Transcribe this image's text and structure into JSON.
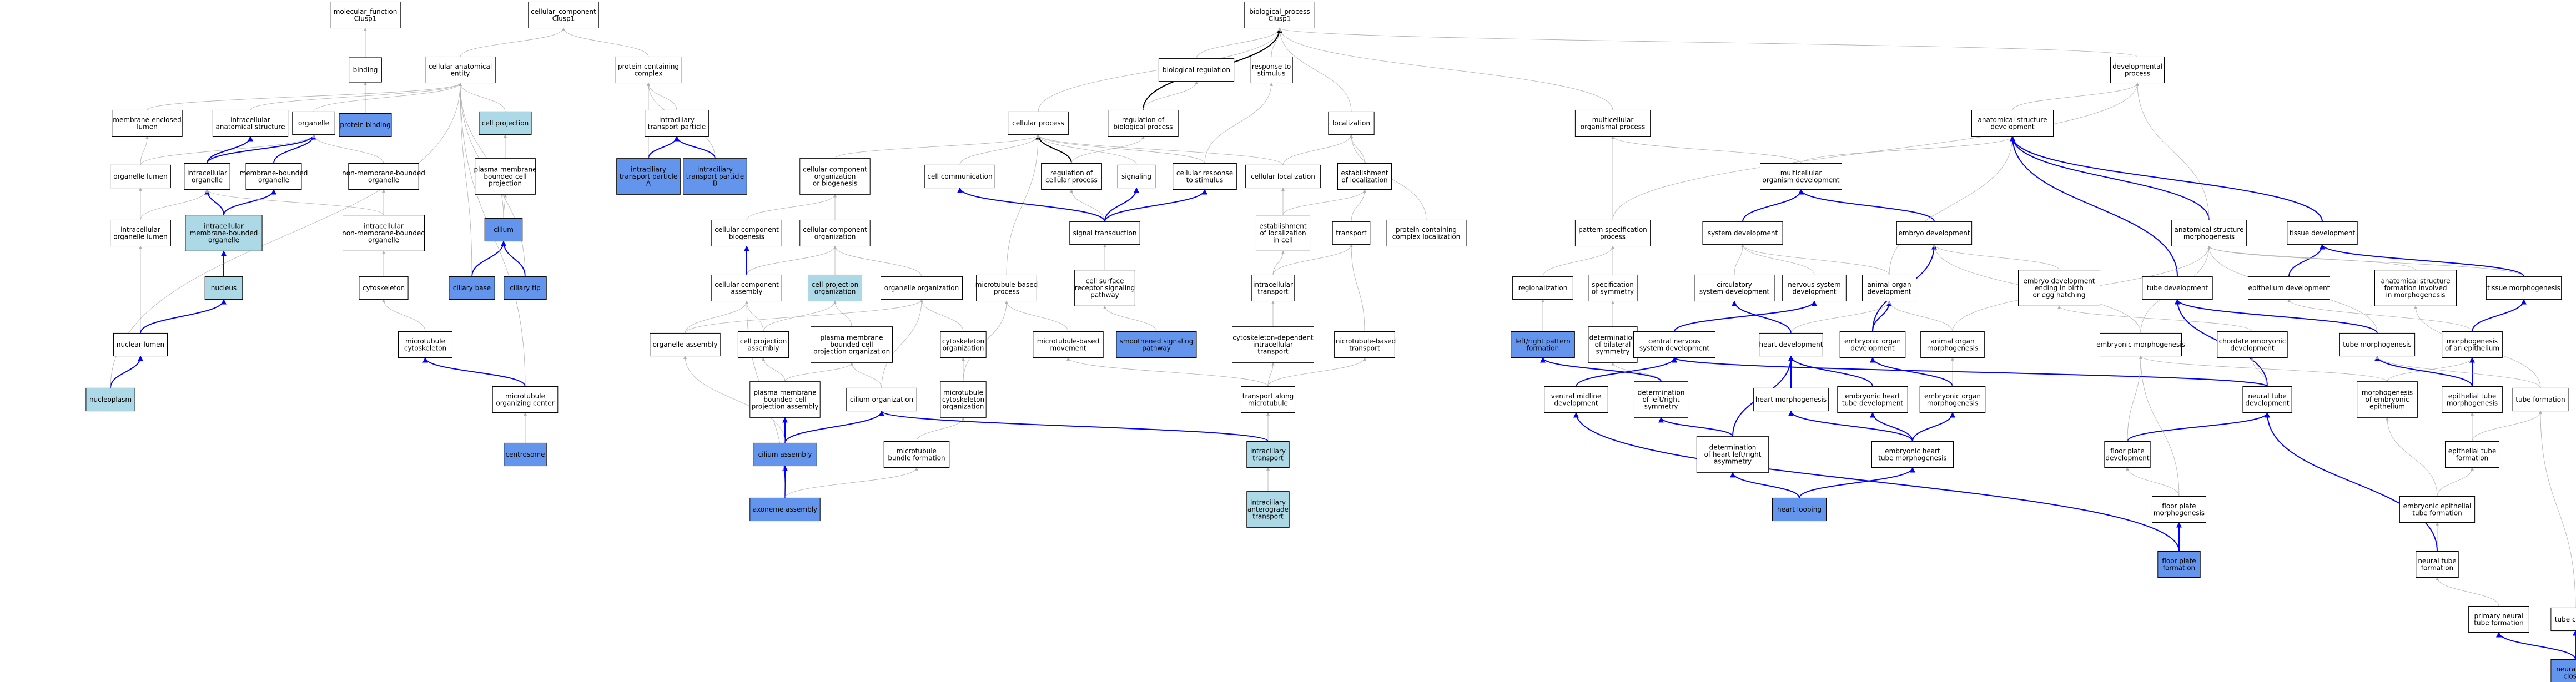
{
  "colors": {
    "plain": "#ffffff",
    "light": "#add8e6",
    "dark": "#6495ed",
    "edge_gray": "#b0b0b0",
    "edge_blue": "#0000ff",
    "edge_black": "#000000"
  },
  "nodes": [
    {
      "id": "mf",
      "lines": [
        "molecular_function",
        "Clusp1"
      ],
      "style": "plain"
    },
    {
      "id": "binding",
      "lines": [
        "binding"
      ],
      "style": "plain"
    },
    {
      "id": "protein_binding",
      "lines": [
        "protein binding"
      ],
      "style": "dark"
    },
    {
      "id": "cc",
      "lines": [
        "cellular_component",
        "Clusp1"
      ],
      "style": "plain"
    },
    {
      "id": "cae",
      "lines": [
        "cellular anatomical",
        "entity"
      ],
      "style": "plain"
    },
    {
      "id": "pcc",
      "lines": [
        "protein-containing",
        "complex"
      ],
      "style": "plain"
    },
    {
      "id": "membrane_lumen",
      "lines": [
        "membrane-enclosed",
        "lumen"
      ],
      "style": "plain"
    },
    {
      "id": "ias",
      "lines": [
        "intracellular",
        "anatomical structure"
      ],
      "style": "plain"
    },
    {
      "id": "organelle",
      "lines": [
        "organelle"
      ],
      "style": "plain"
    },
    {
      "id": "cell_projection",
      "lines": [
        "cell projection"
      ],
      "style": "light"
    },
    {
      "id": "itp",
      "lines": [
        "intraciliary",
        "transport particle"
      ],
      "style": "plain"
    },
    {
      "id": "organelle_lumen",
      "lines": [
        "organelle lumen"
      ],
      "style": "plain"
    },
    {
      "id": "intracellular_organelle",
      "lines": [
        "intracellular",
        "organelle"
      ],
      "style": "plain"
    },
    {
      "id": "mbo",
      "lines": [
        "membrane-bounded",
        "organelle"
      ],
      "style": "plain"
    },
    {
      "id": "nmbo",
      "lines": [
        "non-membrane-bounded",
        "organelle"
      ],
      "style": "plain"
    },
    {
      "id": "pmbcp",
      "lines": [
        "plasma membrane",
        "bounded cell",
        "projection"
      ],
      "style": "plain"
    },
    {
      "id": "itp_a",
      "lines": [
        "intraciliary",
        "transport particle",
        "A"
      ],
      "style": "dark"
    },
    {
      "id": "itp_b",
      "lines": [
        "intraciliary",
        "transport particle",
        "B"
      ],
      "style": "dark"
    },
    {
      "id": "iol",
      "lines": [
        "intracellular",
        "organelle lumen"
      ],
      "style": "plain"
    },
    {
      "id": "imbo",
      "lines": [
        "intracellular",
        "membrane-bounded",
        "organelle"
      ],
      "style": "light"
    },
    {
      "id": "inmbo",
      "lines": [
        "intracellular",
        "non-membrane-bounded",
        "organelle"
      ],
      "style": "plain"
    },
    {
      "id": "cilium",
      "lines": [
        "cilium"
      ],
      "style": "dark"
    },
    {
      "id": "nucleus",
      "lines": [
        "nucleus"
      ],
      "style": "light"
    },
    {
      "id": "cytoskeleton",
      "lines": [
        "cytoskeleton"
      ],
      "style": "plain"
    },
    {
      "id": "ciliary_base",
      "lines": [
        "ciliary base"
      ],
      "style": "dark"
    },
    {
      "id": "ciliary_tip",
      "lines": [
        "ciliary tip"
      ],
      "style": "dark"
    },
    {
      "id": "nuclear_lumen",
      "lines": [
        "nuclear lumen"
      ],
      "style": "plain"
    },
    {
      "id": "mt_cytoskeleton",
      "lines": [
        "microtubule",
        "cytoskeleton"
      ],
      "style": "plain"
    },
    {
      "id": "mtoc",
      "lines": [
        "microtubule",
        "organizing center"
      ],
      "style": "plain"
    },
    {
      "id": "nucleoplasm",
      "lines": [
        "nucleoplasm"
      ],
      "style": "light"
    },
    {
      "id": "centrosome",
      "lines": [
        "centrosome"
      ],
      "style": "dark"
    },
    {
      "id": "bp",
      "lines": [
        "biological_process",
        "Clusp1"
      ],
      "style": "plain"
    },
    {
      "id": "bio_reg",
      "lines": [
        "biological regulation"
      ],
      "style": "plain"
    },
    {
      "id": "resp_stim",
      "lines": [
        "response to",
        "stimulus"
      ],
      "style": "plain"
    },
    {
      "id": "cellular_process",
      "lines": [
        "cellular process"
      ],
      "style": "plain"
    },
    {
      "id": "reg_bp",
      "lines": [
        "regulation of",
        "biological process"
      ],
      "style": "plain"
    },
    {
      "id": "localization",
      "lines": [
        "localization"
      ],
      "style": "plain"
    },
    {
      "id": "ccob",
      "lines": [
        "cellular component",
        "organization",
        "or biogenesis"
      ],
      "style": "plain"
    },
    {
      "id": "cell_comm",
      "lines": [
        "cell communication"
      ],
      "style": "plain"
    },
    {
      "id": "reg_cp",
      "lines": [
        "regulation of",
        "cellular process"
      ],
      "style": "plain"
    },
    {
      "id": "signaling",
      "lines": [
        "signaling"
      ],
      "style": "plain"
    },
    {
      "id": "crs",
      "lines": [
        "cellular response",
        "to stimulus"
      ],
      "style": "plain"
    },
    {
      "id": "cell_loc",
      "lines": [
        "cellular localization"
      ],
      "style": "plain"
    },
    {
      "id": "est_loc",
      "lines": [
        "establishment",
        "of localization"
      ],
      "style": "plain"
    },
    {
      "id": "ccbiog",
      "lines": [
        "cellular component",
        "biogenesis"
      ],
      "style": "plain"
    },
    {
      "id": "cco",
      "lines": [
        "cellular component",
        "organization"
      ],
      "style": "plain"
    },
    {
      "id": "signal_trans",
      "lines": [
        "signal transduction"
      ],
      "style": "plain"
    },
    {
      "id": "eloc_cell",
      "lines": [
        "establishment",
        "of localization",
        "in cell"
      ],
      "style": "plain"
    },
    {
      "id": "transport",
      "lines": [
        "transport"
      ],
      "style": "plain"
    },
    {
      "id": "pccl",
      "lines": [
        "protein-containing",
        "complex localization"
      ],
      "style": "plain"
    },
    {
      "id": "cca",
      "lines": [
        "cellular component",
        "assembly"
      ],
      "style": "plain"
    },
    {
      "id": "cpo",
      "lines": [
        "cell projection",
        "organization"
      ],
      "style": "light"
    },
    {
      "id": "org_org",
      "lines": [
        "organelle organization"
      ],
      "style": "plain"
    },
    {
      "id": "mtbp",
      "lines": [
        "microtubule-based",
        "process"
      ],
      "style": "plain"
    },
    {
      "id": "csrsp",
      "lines": [
        "cell surface",
        "receptor signaling",
        "pathway"
      ],
      "style": "plain"
    },
    {
      "id": "intra_transport",
      "lines": [
        "intracellular",
        "transport"
      ],
      "style": "plain"
    },
    {
      "id": "org_assembly",
      "lines": [
        "organelle assembly"
      ],
      "style": "plain"
    },
    {
      "id": "cpa",
      "lines": [
        "cell projection",
        "assembly"
      ],
      "style": "plain"
    },
    {
      "id": "pmbcpo",
      "lines": [
        "plasma membrane",
        "bounded cell",
        "projection organization"
      ],
      "style": "plain"
    },
    {
      "id": "cyto_org",
      "lines": [
        "cytoskeleton",
        "organization"
      ],
      "style": "plain"
    },
    {
      "id": "mtbm",
      "lines": [
        "microtubule-based",
        "movement"
      ],
      "style": "plain"
    },
    {
      "id": "smooth_sp",
      "lines": [
        "smoothened signaling",
        "pathway"
      ],
      "style": "dark"
    },
    {
      "id": "cdit",
      "lines": [
        "cytoskeleton-dependent",
        "intracellular",
        "transport"
      ],
      "style": "plain"
    },
    {
      "id": "mtbt",
      "lines": [
        "microtubule-based",
        "transport"
      ],
      "style": "plain"
    },
    {
      "id": "pmbcpa",
      "lines": [
        "plasma membrane",
        "bounded cell",
        "projection assembly"
      ],
      "style": "plain"
    },
    {
      "id": "cilium_org",
      "lines": [
        "cilium organization"
      ],
      "style": "plain"
    },
    {
      "id": "mtco",
      "lines": [
        "microtubule",
        "cytoskeleton",
        "organization"
      ],
      "style": "plain"
    },
    {
      "id": "tam",
      "lines": [
        "transport along",
        "microtubule"
      ],
      "style": "plain"
    },
    {
      "id": "cilium_assembly",
      "lines": [
        "cilium assembly"
      ],
      "style": "dark"
    },
    {
      "id": "mtbf",
      "lines": [
        "microtubule",
        "bundle formation"
      ],
      "style": "plain"
    },
    {
      "id": "intraciliary_transport",
      "lines": [
        "intraciliary",
        "transport"
      ],
      "style": "light"
    },
    {
      "id": "axoneme",
      "lines": [
        "axoneme assembly"
      ],
      "style": "dark"
    },
    {
      "id": "iat",
      "lines": [
        "intraciliary",
        "anterograde",
        "transport"
      ],
      "style": "light"
    },
    {
      "id": "dev_proc",
      "lines": [
        "developmental",
        "process"
      ],
      "style": "plain"
    },
    {
      "id": "mop",
      "lines": [
        "multicellular",
        "organismal process"
      ],
      "style": "plain"
    },
    {
      "id": "asd",
      "lines": [
        "anatomical structure",
        "development"
      ],
      "style": "plain"
    },
    {
      "id": "mod",
      "lines": [
        "multicellular",
        "organism development"
      ],
      "style": "plain"
    },
    {
      "id": "psp",
      "lines": [
        "pattern specification",
        "process"
      ],
      "style": "plain"
    },
    {
      "id": "sys_dev",
      "lines": [
        "system development"
      ],
      "style": "plain"
    },
    {
      "id": "embryo_dev",
      "lines": [
        "embryo development"
      ],
      "style": "plain"
    },
    {
      "id": "asm",
      "lines": [
        "anatomical structure",
        "morphogenesis"
      ],
      "style": "plain"
    },
    {
      "id": "tissue_dev",
      "lines": [
        "tissue development"
      ],
      "style": "plain"
    },
    {
      "id": "regionalization",
      "lines": [
        "regionalization"
      ],
      "style": "plain"
    },
    {
      "id": "spec_sym",
      "lines": [
        "specification",
        "of symmetry"
      ],
      "style": "plain"
    },
    {
      "id": "circ_sys",
      "lines": [
        "circulatory",
        "system development"
      ],
      "style": "plain"
    },
    {
      "id": "nsd",
      "lines": [
        "nervous system",
        "development"
      ],
      "style": "plain"
    },
    {
      "id": "animal_organ_dev",
      "lines": [
        "animal organ",
        "development"
      ],
      "style": "plain"
    },
    {
      "id": "edbeh",
      "lines": [
        "embryo development",
        "ending in birth",
        "or egg hatching"
      ],
      "style": "plain"
    },
    {
      "id": "tube_dev",
      "lines": [
        "tube development"
      ],
      "style": "plain"
    },
    {
      "id": "epi_dev",
      "lines": [
        "epithelium development"
      ],
      "style": "plain"
    },
    {
      "id": "asfm",
      "lines": [
        "anatomical structure",
        "formation involved",
        "in morphogenesis"
      ],
      "style": "plain"
    },
    {
      "id": "tissue_morph",
      "lines": [
        "tissue morphogenesis"
      ],
      "style": "plain"
    },
    {
      "id": "lr_pattern",
      "lines": [
        "left/right pattern",
        "formation"
      ],
      "style": "dark"
    },
    {
      "id": "det_bilat",
      "lines": [
        "determination",
        "of bilateral",
        "symmetry"
      ],
      "style": "plain"
    },
    {
      "id": "cnsd",
      "lines": [
        "central nervous",
        "system development"
      ],
      "style": "plain"
    },
    {
      "id": "heart_dev",
      "lines": [
        "heart development"
      ],
      "style": "plain"
    },
    {
      "id": "emb_organ_dev",
      "lines": [
        "embryonic organ",
        "development"
      ],
      "style": "plain"
    },
    {
      "id": "animal_organ_morph",
      "lines": [
        "animal organ",
        "morphogenesis"
      ],
      "style": "plain"
    },
    {
      "id": "emb_morph",
      "lines": [
        "embryonic morphogenesis"
      ],
      "style": "plain"
    },
    {
      "id": "chordate_emb",
      "lines": [
        "chordate embryonic",
        "development"
      ],
      "style": "plain"
    },
    {
      "id": "tube_morph",
      "lines": [
        "tube morphogenesis"
      ],
      "style": "plain"
    },
    {
      "id": "morph_epi",
      "lines": [
        "morphogenesis",
        "of an epithelium"
      ],
      "style": "plain"
    },
    {
      "id": "vmd",
      "lines": [
        "ventral midline",
        "development"
      ],
      "style": "plain"
    },
    {
      "id": "det_lr",
      "lines": [
        "determination",
        "of left/right",
        "symmetry"
      ],
      "style": "plain"
    },
    {
      "id": "heart_morph",
      "lines": [
        "heart morphogenesis"
      ],
      "style": "plain"
    },
    {
      "id": "ehtd",
      "lines": [
        "embryonic heart",
        "tube development"
      ],
      "style": "plain"
    },
    {
      "id": "emb_organ_morph",
      "lines": [
        "embryonic organ",
        "morphogenesis"
      ],
      "style": "plain"
    },
    {
      "id": "ntd",
      "lines": [
        "neural tube",
        "development"
      ],
      "style": "plain"
    },
    {
      "id": "morph_emb_epi",
      "lines": [
        "morphogenesis",
        "of embryonic",
        "epithelium"
      ],
      "style": "plain"
    },
    {
      "id": "epi_tube_morph",
      "lines": [
        "epithelial tube",
        "morphogenesis"
      ],
      "style": "plain"
    },
    {
      "id": "tube_formation",
      "lines": [
        "tube formation"
      ],
      "style": "plain"
    },
    {
      "id": "det_heart_lr",
      "lines": [
        "determination",
        "of heart left/right",
        "asymmetry"
      ],
      "style": "plain"
    },
    {
      "id": "ehtm",
      "lines": [
        "embryonic heart",
        "tube morphogenesis"
      ],
      "style": "plain"
    },
    {
      "id": "fpd",
      "lines": [
        "floor plate",
        "development"
      ],
      "style": "plain"
    },
    {
      "id": "etf",
      "lines": [
        "epithelial tube",
        "formation"
      ],
      "style": "plain"
    },
    {
      "id": "fpm",
      "lines": [
        "floor plate",
        "morphogenesis"
      ],
      "style": "plain"
    },
    {
      "id": "eetf",
      "lines": [
        "embryonic epithelial",
        "tube formation"
      ],
      "style": "plain"
    },
    {
      "id": "heart_looping",
      "lines": [
        "heart looping"
      ],
      "style": "dark"
    },
    {
      "id": "fpf",
      "lines": [
        "floor plate",
        "formation"
      ],
      "style": "dark"
    },
    {
      "id": "ntf",
      "lines": [
        "neural tube",
        "formation"
      ],
      "style": "plain"
    },
    {
      "id": "pntf",
      "lines": [
        "primary neural",
        "tube formation"
      ],
      "style": "plain"
    },
    {
      "id": "tube_closure",
      "lines": [
        "tube closure"
      ],
      "style": "plain"
    },
    {
      "id": "ntc",
      "lines": [
        "neural tube",
        "closure"
      ],
      "style": "dark"
    }
  ]
}
